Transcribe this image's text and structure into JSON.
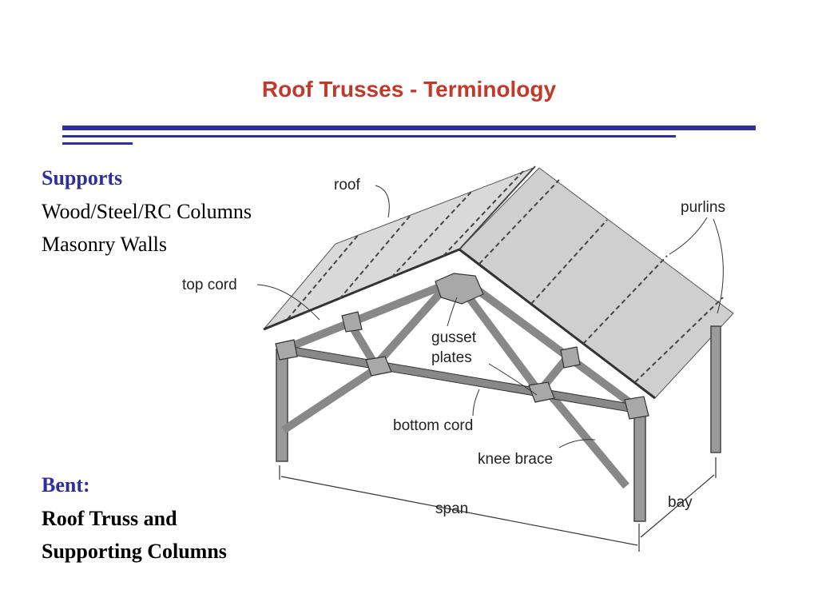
{
  "slide": {
    "title": "Roof Trusses - Terminology",
    "accent_color": "#c0392b",
    "rule_color": "#2e2f9e"
  },
  "supports": {
    "heading": "Supports",
    "items": [
      "Wood/Steel/RC Columns",
      "Masonry Walls"
    ]
  },
  "bent": {
    "heading": "Bent:",
    "lines": [
      "Roof Truss and",
      "Supporting Columns"
    ]
  },
  "diagram": {
    "labels": {
      "roof": "roof",
      "purlins": "purlins",
      "top_cord": "top cord",
      "gusset_line1": "gusset",
      "gusset_line2": "plates",
      "bottom_cord": "bottom cord",
      "knee_brace": "knee brace",
      "span": "span",
      "bay": "bay"
    }
  }
}
